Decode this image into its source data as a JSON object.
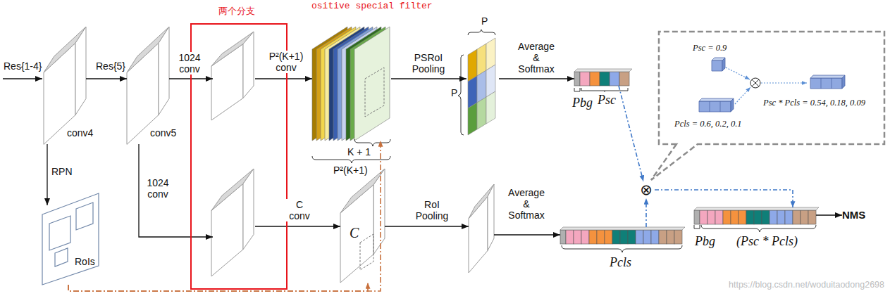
{
  "diagram": {
    "nodes": [
      {
        "text": [
          "两个分支"
        ]
      },
      {
        "text": [
          "conv4"
        ]
      },
      {
        "text": [
          "conv5"
        ]
      },
      {
        "text": [],
        "in": 0
      },
      {
        "text": [],
        "in": 0
      },
      {
        "text": [
          "K + 1",
          "P²(K+1)"
        ]
      },
      {
        "text": [
          "P",
          "P"
        ]
      },
      {
        "text": [
          "Pbg",
          "Psc"
        ]
      },
      {
        "text": [
          "RoIs"
        ]
      },
      {
        "text": [
          "C"
        ]
      },
      {
        "text": []
      },
      {
        "text": [
          "Pcls"
        ]
      },
      {
        "text": [
          "⊗"
        ]
      },
      {
        "text": [
          "Pbg",
          "(Psc * Pcls)"
        ]
      },
      {
        "text": [
          "NMS"
        ]
      },
      {
        "text": [
          "Psc = 0.9",
          "Pcls = 0.6, 0.2, 0.1",
          "Psc * Pcls = 0.54, 0.18, 0.09"
        ]
      }
    ],
    "edges": [
      {
        "from": 1,
        "to": 2,
        "label": "Res{5}",
        "arrow": "to"
      },
      {
        "from": 2,
        "to": 3,
        "label": "1024 conv",
        "arrow": "to"
      },
      {
        "from": 3,
        "to": 5,
        "label": "P²(K+1) conv",
        "arrow": "to"
      },
      {
        "from": 5,
        "to": 6,
        "label": "PSRoI Pooling",
        "arrow": "to"
      },
      {
        "from": 6,
        "to": 7,
        "label": "Average & Softmax",
        "arrow": "to"
      },
      {
        "from": 1,
        "to": 8,
        "label": "RPN",
        "arrow": "to"
      },
      {
        "from": 2,
        "to": 4,
        "label": "1024 conv",
        "arrow": "to"
      },
      {
        "from": 4,
        "to": 9,
        "label": "C conv",
        "arrow": "to"
      },
      {
        "from": 9,
        "to": 10,
        "label": "RoI Pooling",
        "arrow": "to"
      },
      {
        "from": 10,
        "to": 11,
        "label": "Average & Softmax",
        "arrow": "to"
      },
      {
        "from": 7,
        "to": 12,
        "arrow": "to"
      },
      {
        "from": 11,
        "to": 12,
        "arrow": "to"
      },
      {
        "from": 12,
        "to": 13,
        "arrow": "to"
      },
      {
        "from": 13,
        "to": 14,
        "arrow": "to"
      },
      {
        "from": 8,
        "to": 5,
        "arrow": "to"
      },
      {
        "from": 8,
        "to": 9,
        "arrow": "to"
      }
    ],
    "labels": [
      "Res{1-4}",
      "ositive special filter",
      "https://blog.csdn.net/woduitaodong2698"
    ]
  }
}
